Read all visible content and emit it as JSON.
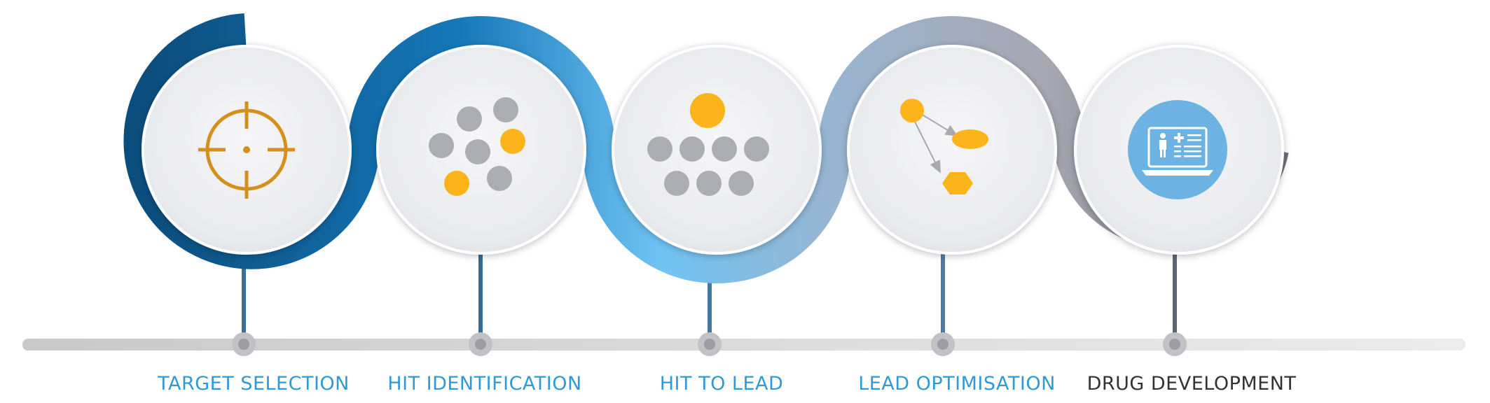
{
  "diagram": {
    "stages": [
      {
        "label": "TARGET SELECTION",
        "icon": "crosshair-target-icon",
        "label_color": "#2e9ad8",
        "arc_color": "#0d5c8c"
      },
      {
        "label": "HIT IDENTIFICATION",
        "icon": "molecule-cluster-icon",
        "label_color": "#2e9ad8",
        "arc_color": "#1f83c4"
      },
      {
        "label": "HIT TO LEAD",
        "icon": "dot-pyramid-icon",
        "label_color": "#2e9ad8",
        "arc_color": "#5ab4e6"
      },
      {
        "label": "LEAD OPTIMISATION",
        "icon": "flow-shapes-icon",
        "label_color": "#2e9ad8",
        "arc_color": "#9cb6cf"
      },
      {
        "label": "DRUG DEVELOPMENT",
        "icon": "medical-laptop-icon",
        "label_color": "#333333",
        "arc_color": "#7a7a87"
      }
    ],
    "colors": {
      "accent_yellow": "#fbb41a",
      "crosshair_orange": "#d4901c",
      "dot_gray": "#acacb3",
      "timeline_gray": "#d5d5d5",
      "laptop_circle_blue": "#6cb3e3"
    }
  }
}
